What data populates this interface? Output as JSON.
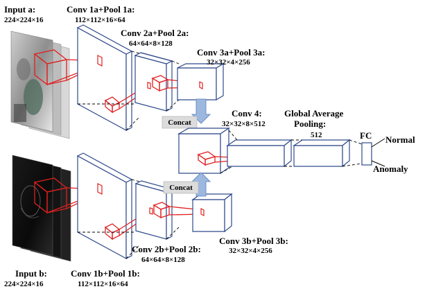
{
  "labels": {
    "input_a": "Input a:",
    "input_a_dim": "224×224×16",
    "conv1a": "Conv 1a+Pool 1a:",
    "conv1a_dim": "112×112×16×64",
    "conv2a": "Conv 2a+Pool 2a:",
    "conv2a_dim": "64×64×8×128",
    "conv3a": "Conv 3a+Pool 3a:",
    "conv3a_dim": "32×32×4×256",
    "concat_top": "Concat",
    "concat_bottom": "Concat",
    "conv4": "Conv 4:",
    "conv4_dim": "32×32×8×512",
    "gap_line1": "Global Average",
    "gap_line2": "Pooling:",
    "gap_dim": "512",
    "fc": "FC",
    "out_normal": "Normal",
    "out_anomaly": "Anomaly",
    "conv2b": "Conv 2b+Pool 2b:",
    "conv2b_dim": "64×64×8×128",
    "conv3b": "Conv 3b+Pool 3b:",
    "conv3b_dim": "32×32×4×256",
    "input_b": "Input b:",
    "input_b_dim": "224×224×16",
    "conv1b": "Conv 1b+Pool 1b:",
    "conv1b_dim": "112×112×16×64"
  },
  "colors": {
    "block_stroke": "#2e4a8c",
    "kernel": "#e02020",
    "arrow_fill": "#9db8df",
    "concat_fill": "#dcdcdc"
  }
}
